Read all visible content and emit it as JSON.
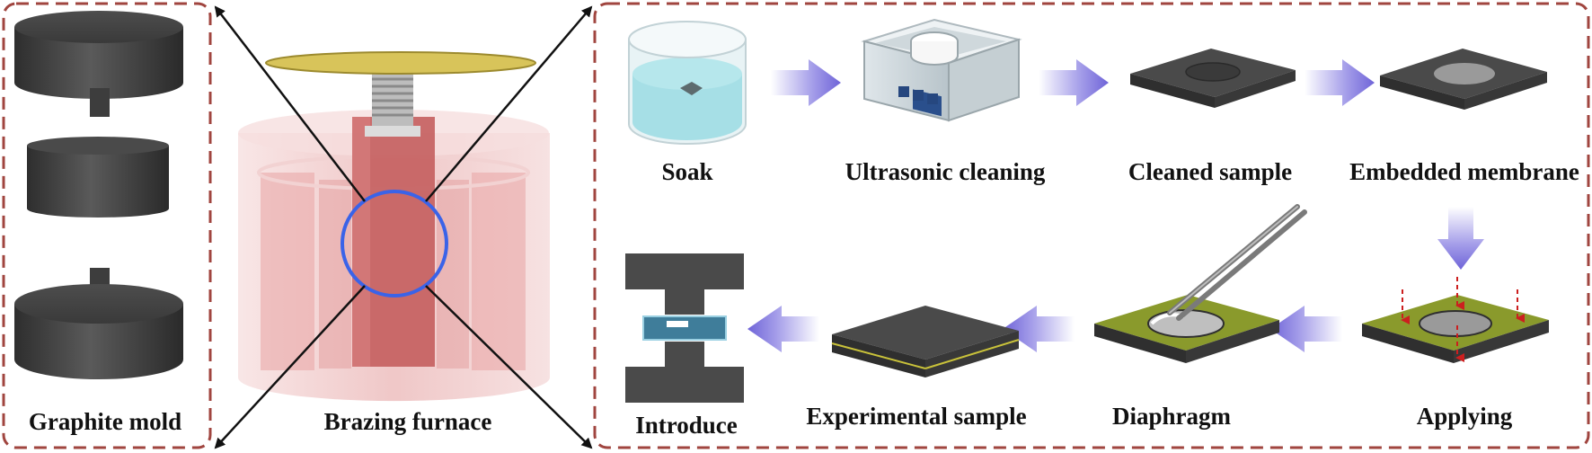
{
  "left_panel": {
    "label": "Graphite mold"
  },
  "center": {
    "label": "Brazing furnace"
  },
  "steps": [
    {
      "id": "soak",
      "label": "Soak"
    },
    {
      "id": "ultrasonic-cleaning",
      "label": "Ultrasonic cleaning"
    },
    {
      "id": "cleaned-sample",
      "label": "Cleaned sample"
    },
    {
      "id": "embedded-membrane",
      "label": "Embedded membrane"
    },
    {
      "id": "applying",
      "label": "Applying"
    },
    {
      "id": "diaphragm",
      "label": "Diaphragm"
    },
    {
      "id": "experimental-sample",
      "label": "Experimental sample"
    },
    {
      "id": "introduce",
      "label": "Introduce"
    }
  ],
  "colors": {
    "frame_dash": "#a0453f",
    "graphite": "#3f3f3f",
    "arrow_fill": "#8f86e6",
    "solder_green": "#8a9a2c",
    "water": "#9fdde4",
    "furnace_red": "#d87c7c",
    "highlight_ring": "#3a63e8",
    "lid_gold": "#d8c45a"
  }
}
